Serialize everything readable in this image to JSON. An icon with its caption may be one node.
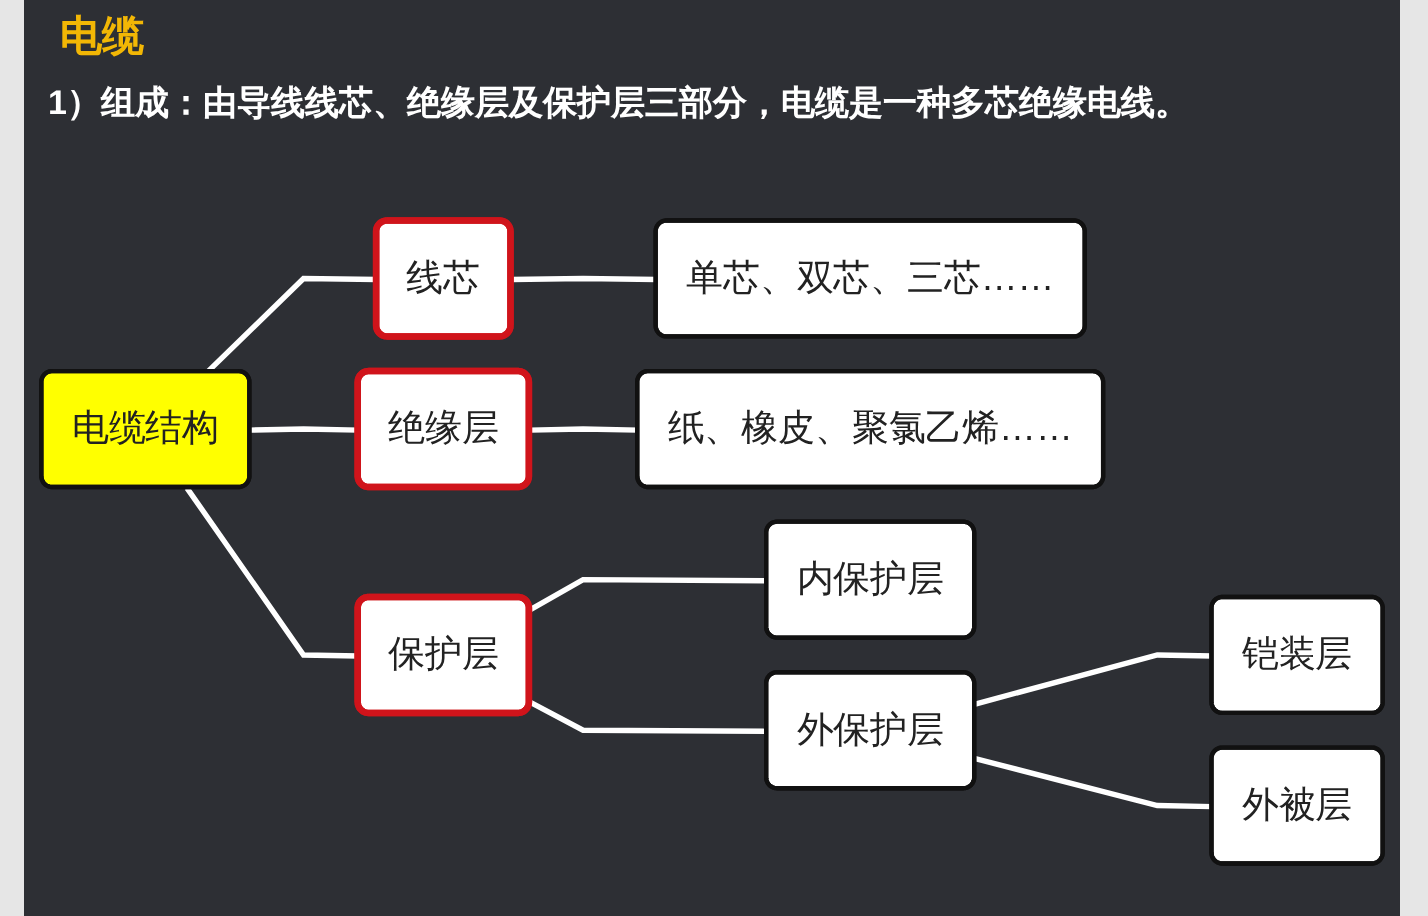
{
  "diagram": {
    "title": "电缆",
    "nodes": [
      {
        "text": [
          "电缆结构"
        ]
      },
      {
        "text": [
          "线芯"
        ]
      },
      {
        "text": [
          "绝缘层"
        ]
      },
      {
        "text": [
          "保护层"
        ]
      },
      {
        "text": [
          "单芯、双芯、三芯……"
        ]
      },
      {
        "text": [
          "纸、橡皮、聚氯乙烯……"
        ]
      },
      {
        "text": [
          "内保护层"
        ]
      },
      {
        "text": [
          "外保护层"
        ]
      },
      {
        "text": [
          "铠装层"
        ]
      },
      {
        "text": [
          "外被层"
        ]
      }
    ],
    "edges": [
      {
        "from": 0,
        "to": 1,
        "arrow": "none"
      },
      {
        "from": 0,
        "to": 2,
        "arrow": "none"
      },
      {
        "from": 0,
        "to": 3,
        "arrow": "none"
      },
      {
        "from": 1,
        "to": 4,
        "arrow": "none"
      },
      {
        "from": 2,
        "to": 5,
        "arrow": "none"
      },
      {
        "from": 3,
        "to": 6,
        "arrow": "none"
      },
      {
        "from": 3,
        "to": 7,
        "arrow": "none"
      },
      {
        "from": 7,
        "to": 8,
        "arrow": "none"
      },
      {
        "from": 7,
        "to": 9,
        "arrow": "none"
      }
    ],
    "labels": [
      "1）组成：由导线线芯、绝缘层及保护层三部分，电缆是一种多芯绝缘电线。"
    ]
  }
}
